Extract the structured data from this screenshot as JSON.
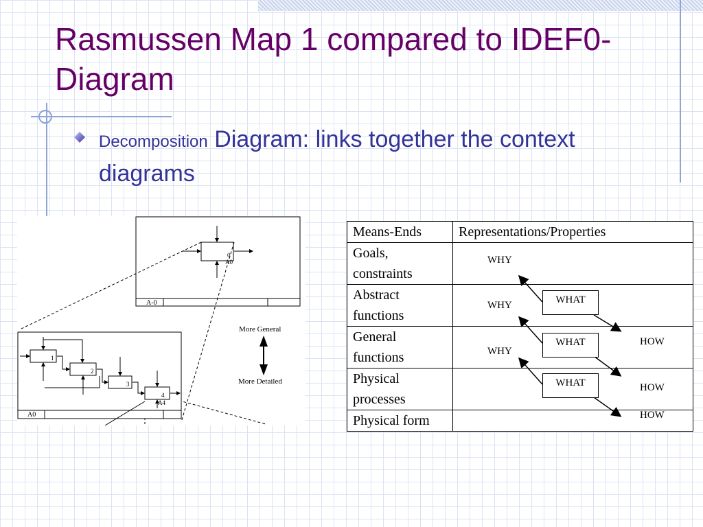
{
  "slide": {
    "title": "Rasmussen Map 1 compared to IDEF0- Diagram",
    "bullet": {
      "small_text": "Decomposition",
      "large_text": "Diagram: links together the context diagrams"
    },
    "colors": {
      "title": "#660066",
      "bullet_text": "#333399",
      "grid": "#dbe3f3",
      "decoration": "#8ea3d6"
    }
  },
  "idef0": {
    "context_box_number": "0",
    "context_box_node": "A0",
    "context_footer": "A-0",
    "decomp_footer": "A0",
    "decomp_boxes": [
      {
        "number": "1"
      },
      {
        "number": "2"
      },
      {
        "number": "3"
      },
      {
        "number": "4",
        "node": "A4"
      }
    ],
    "legend_top": "More General",
    "legend_bottom": "More Detailed"
  },
  "rasmussen": {
    "headers": [
      "Means-Ends",
      "Representations/Properties"
    ],
    "rows": [
      {
        "level": "Goals, constraints"
      },
      {
        "level": "Abstract functions"
      },
      {
        "level": "General functions"
      },
      {
        "level": "Physical processes"
      },
      {
        "level": "Physical form"
      }
    ],
    "labels": {
      "why_1": "WHY",
      "why_2": "WHY",
      "why_3": "WHY",
      "what_1": "WHAT",
      "what_2": "WHAT",
      "what_3": "WHAT",
      "how_1": "HOW",
      "how_2": "HOW",
      "how_3": "HOW"
    }
  }
}
